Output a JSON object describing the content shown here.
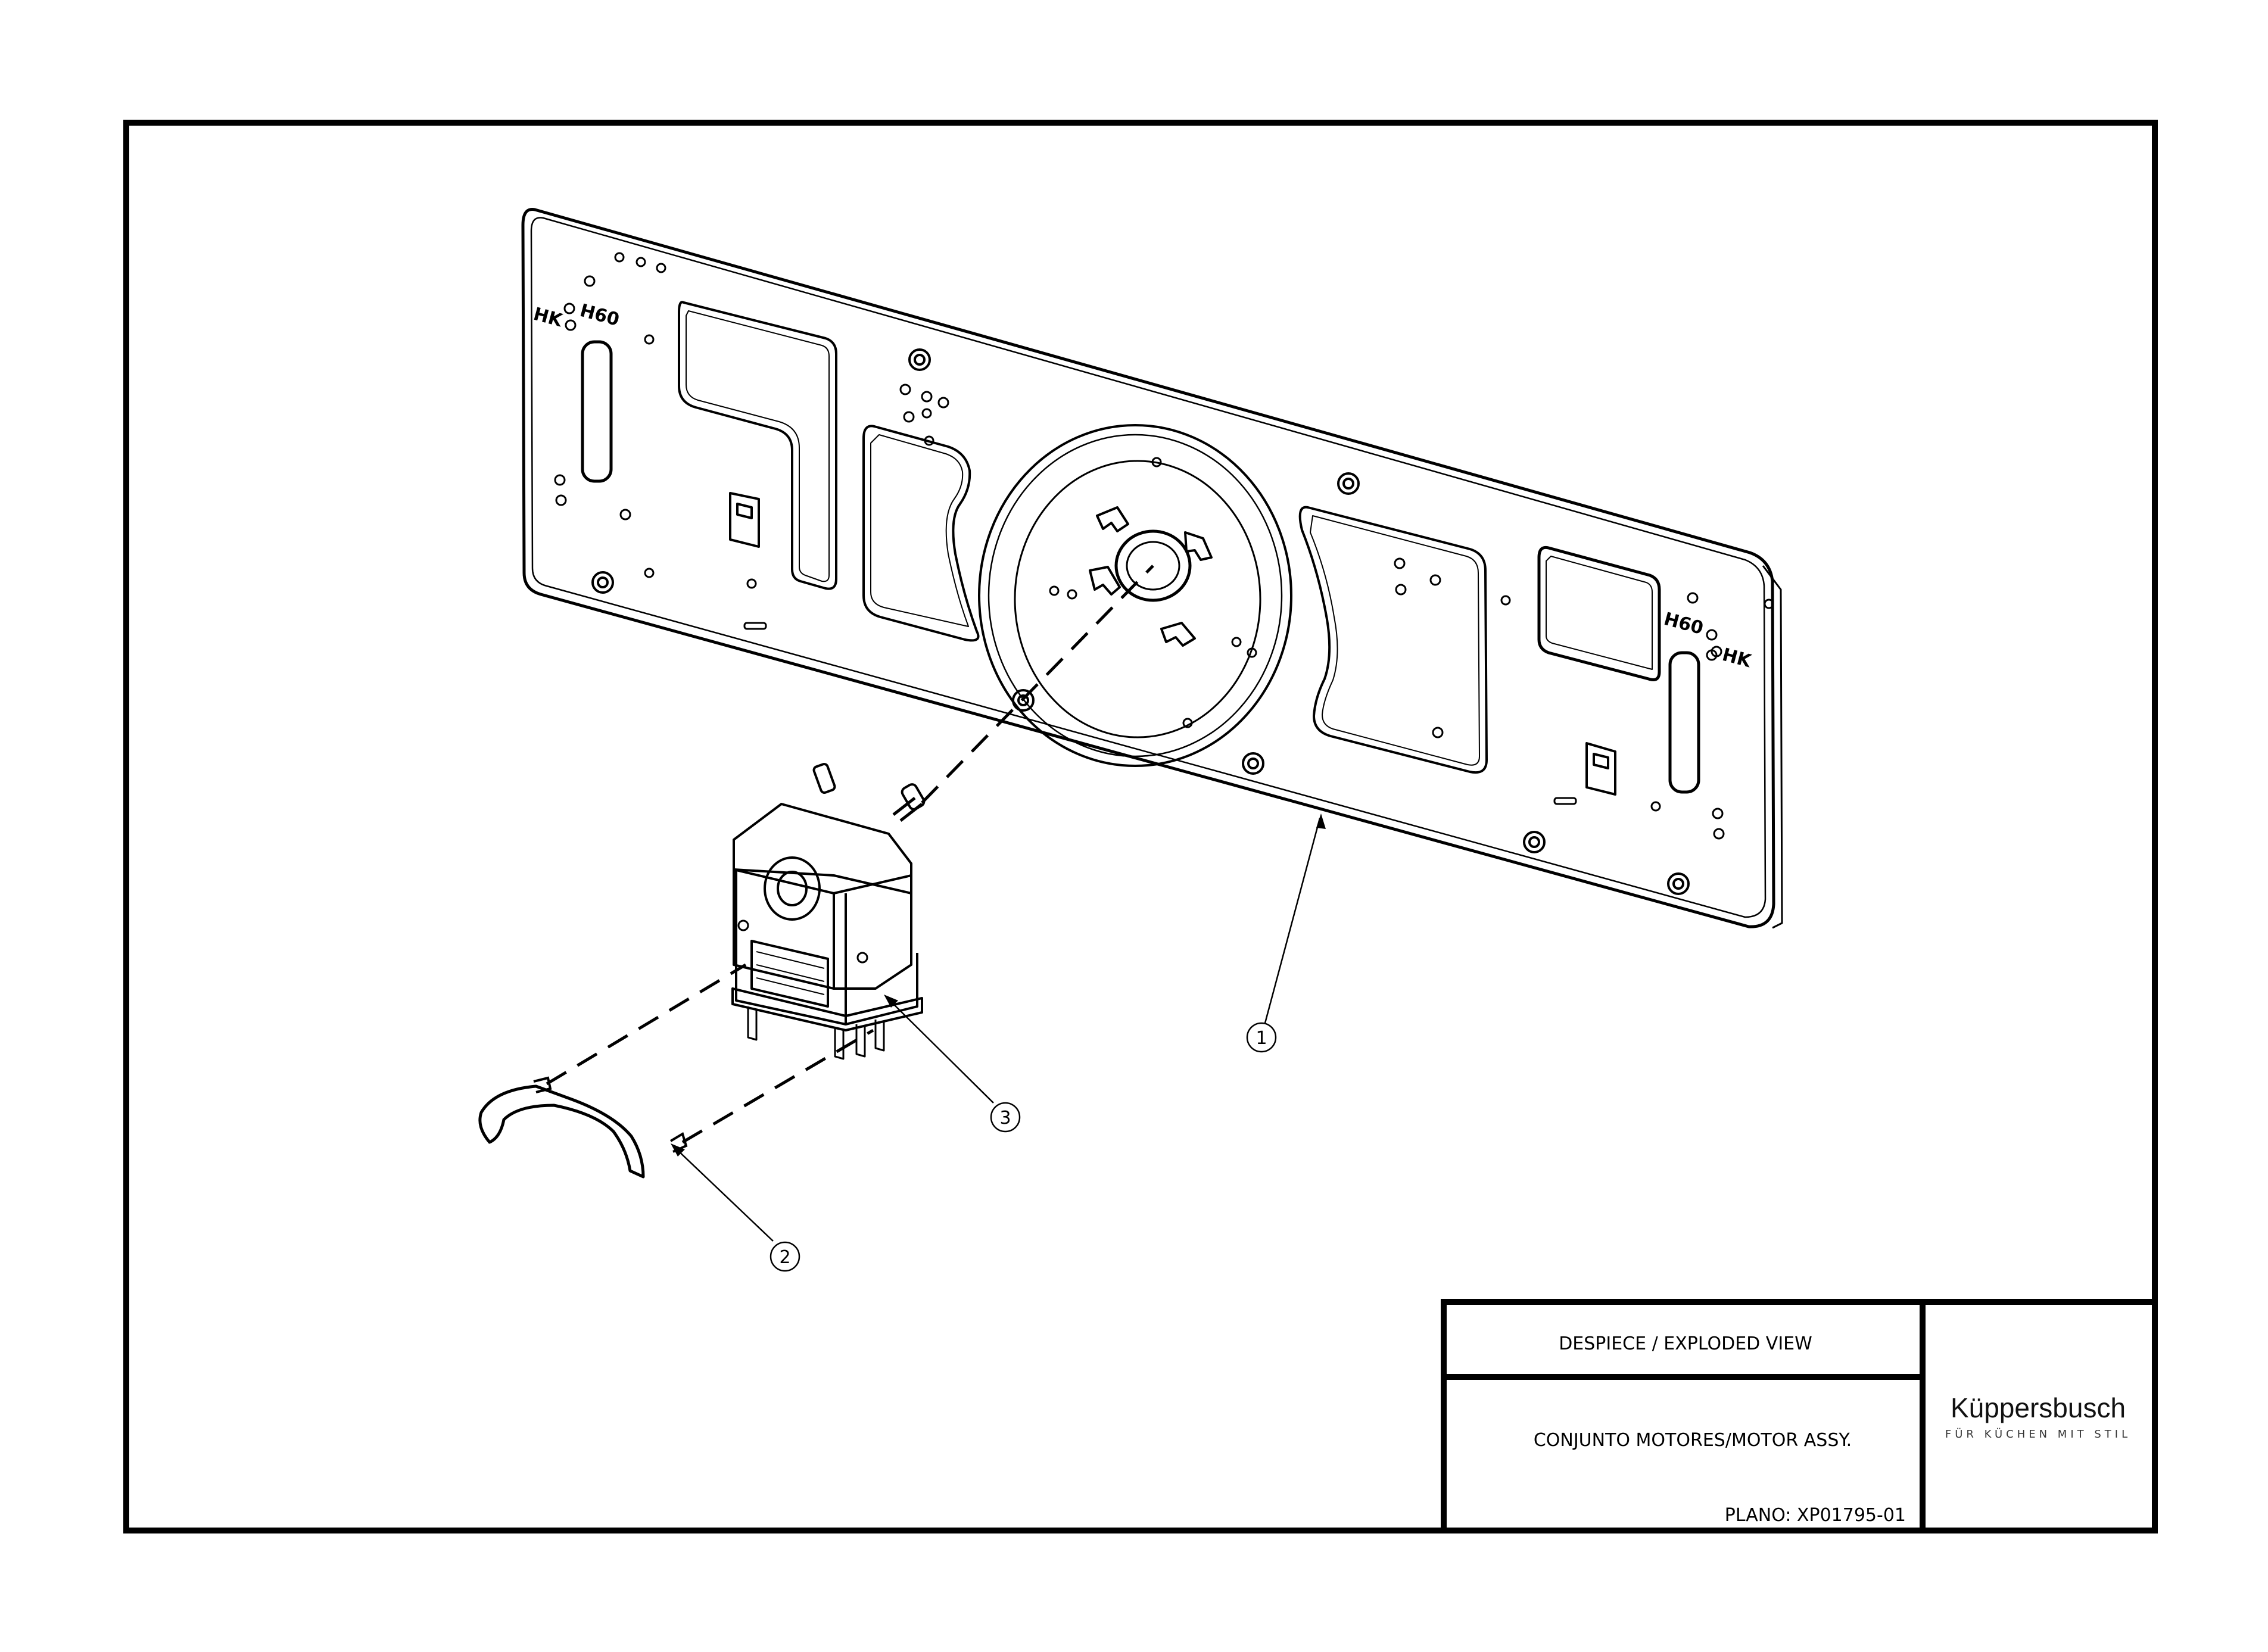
{
  "title_block": {
    "heading": "DESPIECE / EXPLODED VIEW",
    "assembly": "CONJUNTO MOTORES/MOTOR ASSY.",
    "drawing_number": "PLANO: XP01795-01"
  },
  "brand": {
    "name": "Küppersbusch",
    "tagline": "FÜR KÜCHEN MIT STIL"
  },
  "parts": [
    {
      "number": "1"
    },
    {
      "number": "2"
    },
    {
      "number": "3"
    }
  ],
  "plate_markings": {
    "left_a": "HK",
    "left_b": "H60",
    "right_a": "H60",
    "right_b": "HK"
  }
}
